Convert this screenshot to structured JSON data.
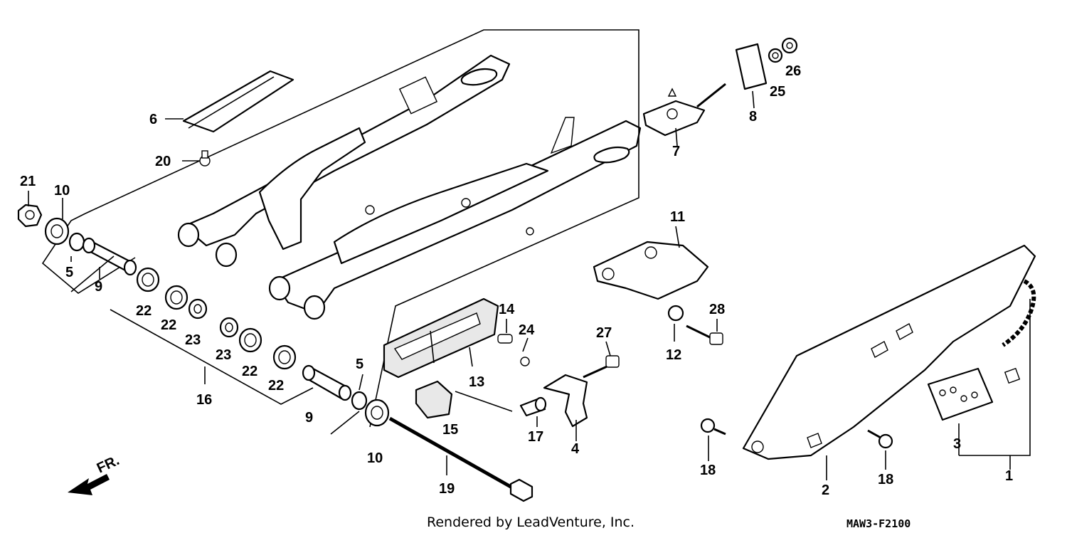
{
  "diagram": {
    "footer": "Rendered by LeadVenture, Inc.",
    "code": "MAW3-F2100",
    "direction_label": "FR.",
    "labels": {
      "p1": "1",
      "p2": "2",
      "p3": "3",
      "p4": "4",
      "p5a": "5",
      "p5b": "5",
      "p6": "6",
      "p7": "7",
      "p8": "8",
      "p9a": "9",
      "p9b": "9",
      "p10a": "10",
      "p10b": "10",
      "p11": "11",
      "p12": "12",
      "p13": "13",
      "p14": "14",
      "p15": "15",
      "p16": "16",
      "p17": "17",
      "p18a": "18",
      "p18b": "18",
      "p19": "19",
      "p20": "20",
      "p21": "21",
      "p22a": "22",
      "p22b": "22",
      "p22c": "22",
      "p22d": "22",
      "p23a": "23",
      "p23b": "23",
      "p24": "24",
      "p25": "25",
      "p26": "26",
      "p27": "27",
      "p28": "28"
    }
  }
}
